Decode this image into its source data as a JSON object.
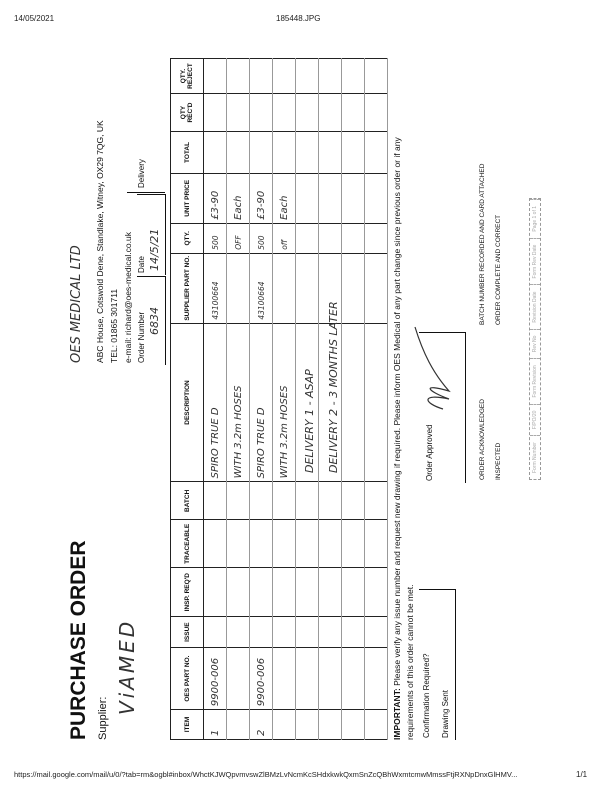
{
  "print_header": {
    "date": "14/05/2021",
    "filename": "185448.JPG"
  },
  "print_footer": {
    "url": "https://mail.google.com/mail/u/0/?tab=rm&ogbl#inbox/WhctKJWQpvmvswZlBMzLvNcmKcSHdxkwkQxmSnZcQBhWxmtcmwMmssFtjRXNpDnxGlHMV...",
    "page": "1/1"
  },
  "title": "PURCHASE ORDER",
  "supplier_label": "Supplier:",
  "supplier": "ViAMED",
  "company": {
    "name": "OES MEDICAL LTD",
    "address": "ABC House, Cotswold Dene, Standlake, Witney, OX29 7QG, UK",
    "tel": "TEL: 01865 301711",
    "email": "e-mail: richard@oes-medical.co.uk"
  },
  "order_number_label": "Order Number",
  "order_number": "6834",
  "date_label": "Date",
  "date": "14/5/21",
  "delivery_label": "Delivery",
  "columns": [
    "ITEM",
    "OES PART NO.",
    "ISSUE",
    "INSP. REQ'D",
    "TRACEABLE",
    "BATCH",
    "DESCRIPTION",
    "SUPPLIER PART NO.",
    "QTY.",
    "UNIT PRICE",
    "TOTAL",
    "QTY REC'D",
    "QTY. REJECT"
  ],
  "rows": [
    {
      "item": "1",
      "part": "9900-006",
      "desc": "SPIRO TRUE D",
      "supplier_part": "43100664",
      "qty": "500",
      "unit": "£3-90"
    },
    {
      "item": "",
      "part": "",
      "desc": "WITH 3.2m HOSES",
      "supplier_part": "",
      "qty": "OFF",
      "unit": "Each"
    },
    {
      "item": "2",
      "part": "9900-006",
      "desc": "SPIRO TRUE D",
      "supplier_part": "43100664",
      "qty": "500",
      "unit": "£3-90"
    },
    {
      "item": "",
      "part": "",
      "desc": "WITH 3.2m HOSES",
      "supplier_part": "",
      "qty": "off",
      "unit": "Each"
    },
    {
      "item": "",
      "part": "",
      "desc": "",
      "supplier_part": "",
      "qty": "",
      "unit": ""
    },
    {
      "item": "",
      "part": "",
      "desc": "",
      "supplier_part": "",
      "qty": "",
      "unit": ""
    }
  ],
  "delivery_notes": [
    "DELIVERY 1 - ASAP",
    "DELIVERY 2 - 3 MONTHS LATER"
  ],
  "important_bold": "IMPORTANT:",
  "important_text": "Please verify any issue number and request new drawing if required. Please inform OES Medical of any part change since previous order or if any",
  "important_text2": "requirements of this order cannot be met.",
  "confirmation_label": "Confirmation Required?",
  "drawing_label": "Drawing Sent",
  "approved_label": "Order Approved",
  "ack_label": "ORDER ACKNOWLEDGED",
  "batch_label": "BATCH NUMBER RECORDED AND CARD ATTACHED",
  "inspected_label": "INSPECTED",
  "complete_label": "ORDER COMPLETE AND CORRECT",
  "footer_cells": [
    "Form Number",
    "F/PO/20",
    "Form Revision",
    "Rev No",
    "Revision Date",
    "Form Rev Date",
    "Page 1 of 1"
  ]
}
